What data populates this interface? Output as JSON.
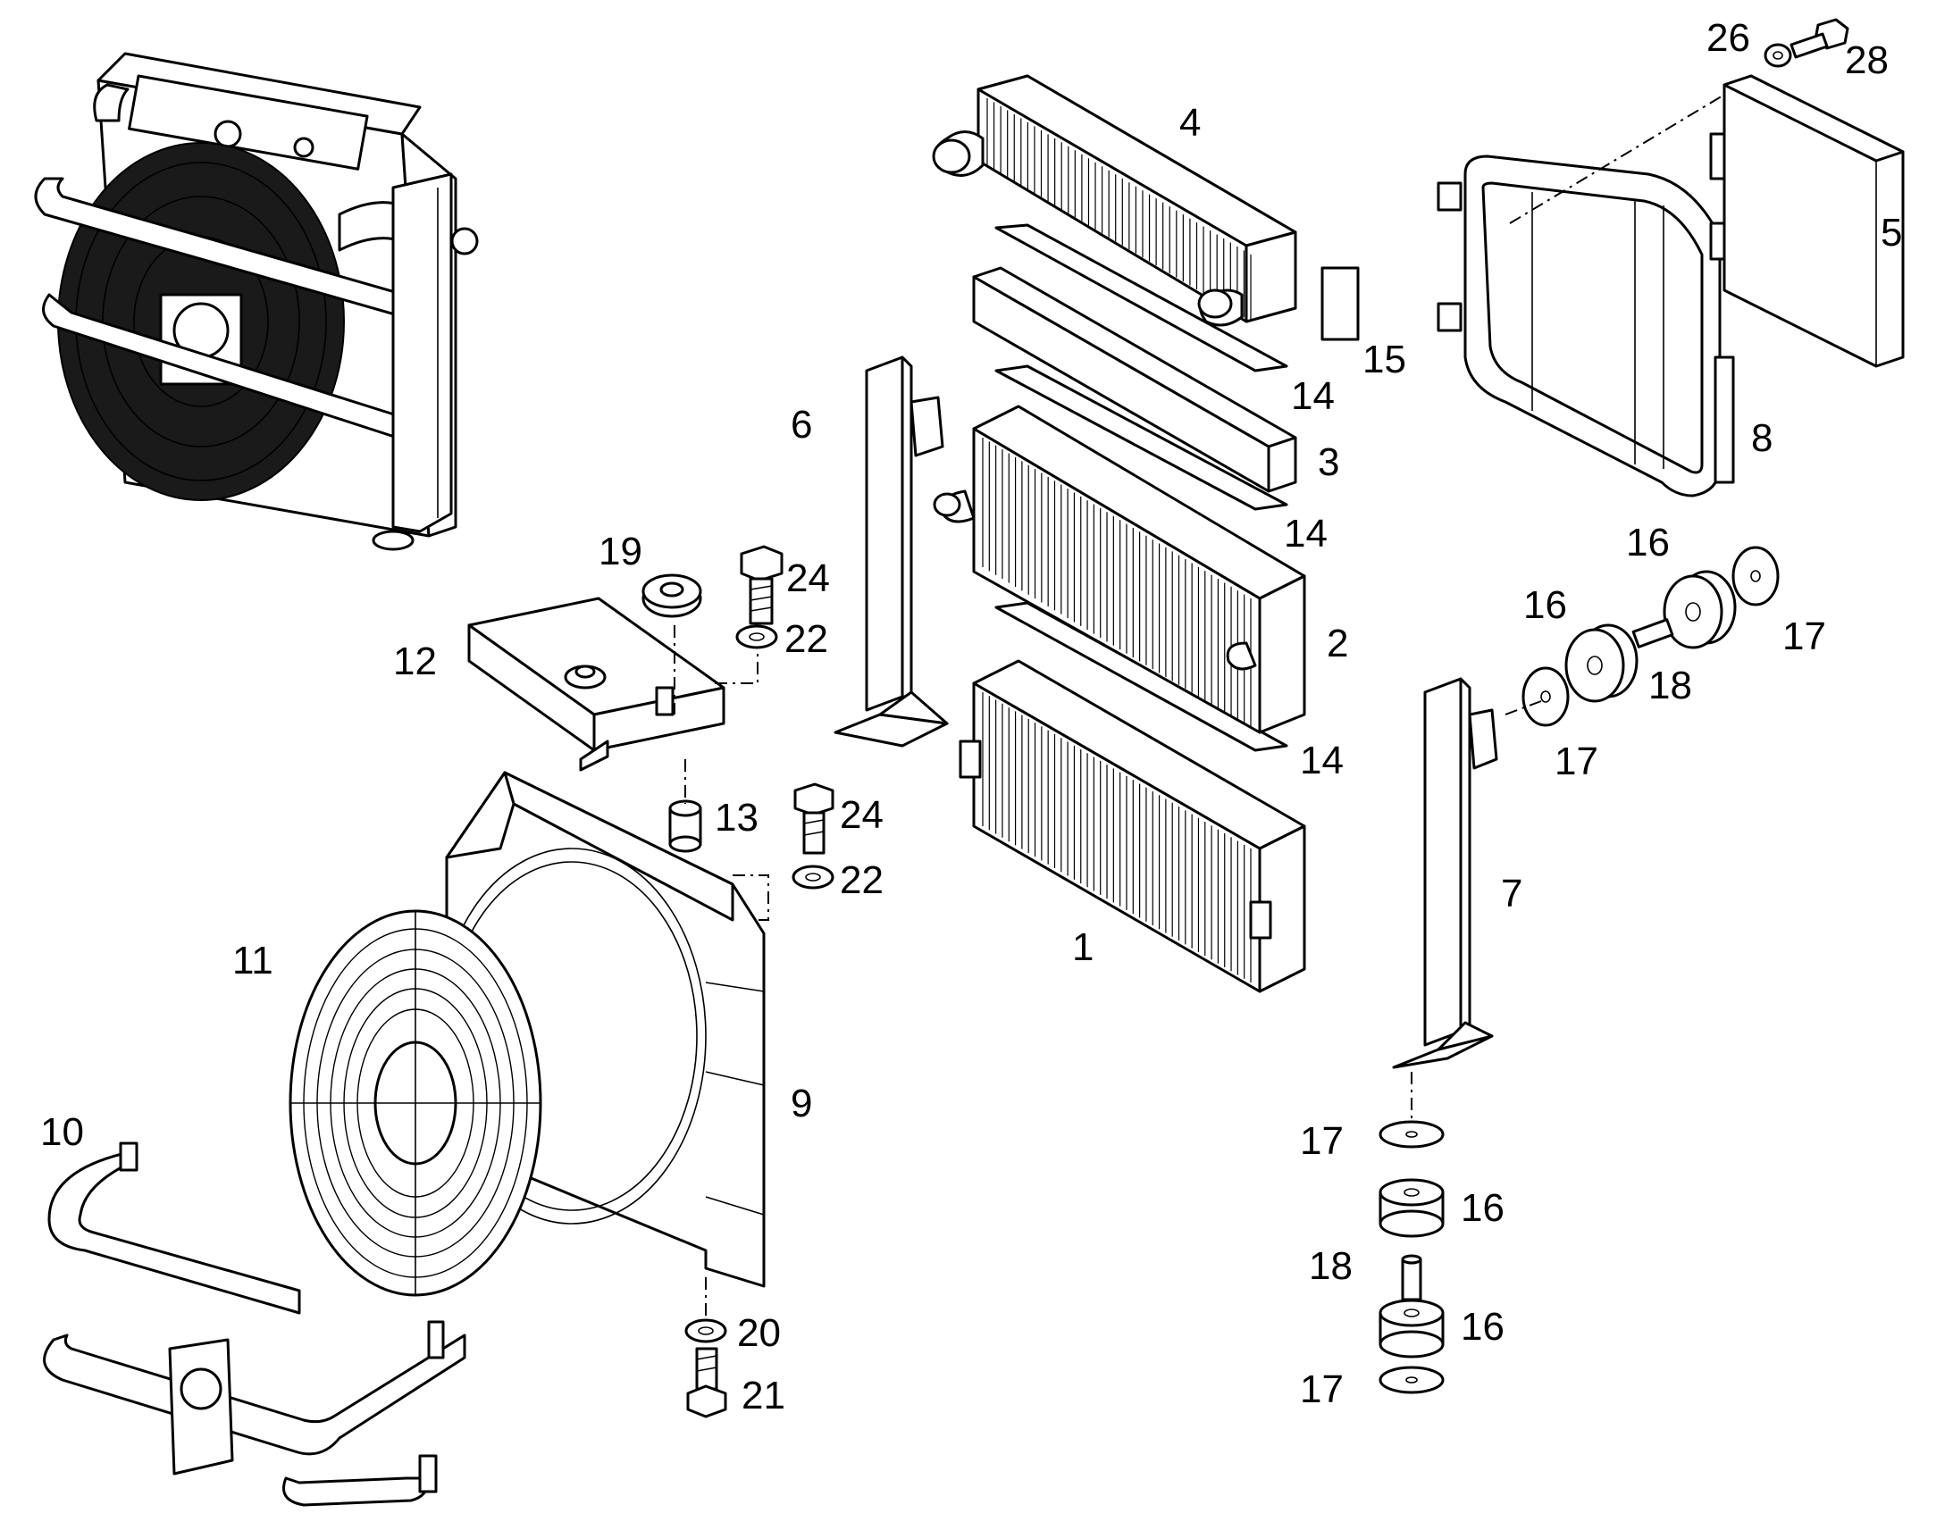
{
  "callouts": {
    "c1": "1",
    "c2": "2",
    "c3": "3",
    "c4": "4",
    "c5": "5",
    "c6": "6",
    "c7": "7",
    "c8": "8",
    "c9": "9",
    "c10": "10",
    "c11": "11",
    "c12": "12",
    "c13": "13",
    "c14a": "14",
    "c14b": "14",
    "c14c": "14",
    "c15": "15",
    "c16a": "16",
    "c16b": "16",
    "c16c": "16",
    "c16d": "16",
    "c17a": "17",
    "c17b": "17",
    "c17c": "17",
    "c17d": "17",
    "c18a": "18",
    "c18b": "18",
    "c19": "19",
    "c20": "20",
    "c21": "21",
    "c22a": "22",
    "c22b": "22",
    "c24a": "24",
    "c24b": "24",
    "c26": "26",
    "c28": "28"
  }
}
